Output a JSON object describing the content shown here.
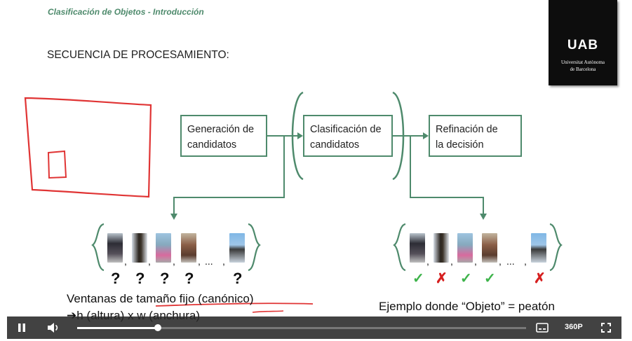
{
  "slide": {
    "header": "Clasificación de Objetos - Introducción",
    "section_title": "SECUENCIA DE PROCESAMIENTO:",
    "logo": {
      "mark": "UAB",
      "line1": "Universitat Autònoma",
      "line2": "de Barcelona"
    },
    "boxes": {
      "generation": [
        "Generación de",
        "candidatos"
      ],
      "classification": [
        "Clasificación de",
        "candidatos"
      ],
      "refinement": [
        "Refinación de",
        "la decisión"
      ]
    },
    "left_group": {
      "separators": [
        ",",
        ",",
        ",",
        ",",
        "...",
        ","
      ],
      "questions": [
        "?",
        "?",
        "?",
        "?",
        "?"
      ],
      "caption1": "Ventanas de tamaño fijo (canónico)",
      "caption2": "h (altura) x w (anchura)"
    },
    "right_group": {
      "separators": [
        ",",
        ",",
        ",",
        ",",
        "...",
        ","
      ],
      "results": [
        "✓",
        "✗",
        "✓",
        "✓",
        "✗"
      ],
      "caption": "Ejemplo donde “Objeto” = peatón"
    }
  },
  "player": {
    "quality": "360P",
    "progress": 0.18
  }
}
